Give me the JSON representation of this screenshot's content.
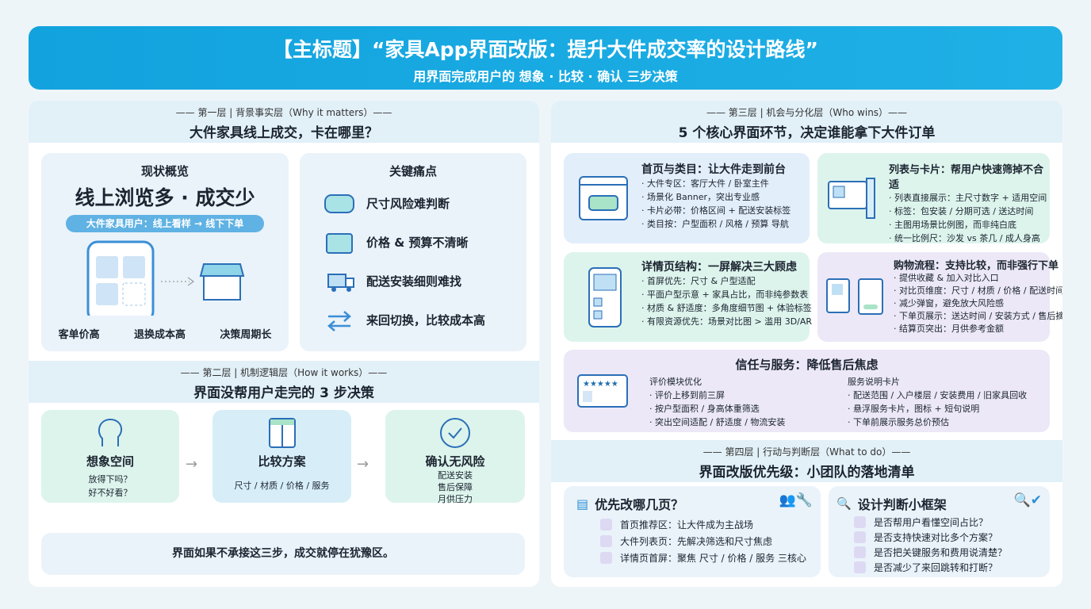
{
  "banner": {
    "title": "【主标题】“家具App界面改版：提升大件成交率的设计路线”",
    "subtitle": "用界面完成用户的 想象 · 比较 · 确认 三步决策"
  },
  "layer1": {
    "kicker": "—— 第一层 | 背景事实层（Why it matters）——",
    "title": "大件家具线上成交，卡在哪里？",
    "overview": {
      "title": "现状概览",
      "headline": "线上浏览多 · 成交少",
      "pill": "大件家具用户：线上看样 → 线下下单",
      "facts": [
        "客单价高",
        "退换成本高",
        "决策周期长"
      ]
    },
    "pains": {
      "title": "关键痛点",
      "items": [
        {
          "icon": "tape-measure-icon",
          "label": "尺寸风险难判断"
        },
        {
          "icon": "wallet-icon",
          "label": "价格 & 预算不清晰"
        },
        {
          "icon": "delivery-truck-icon",
          "label": "配送安装细则难找"
        },
        {
          "icon": "switch-arrows-icon",
          "label": "来回切换，比较成本高"
        }
      ]
    }
  },
  "layer2": {
    "kicker": "—— 第二层 | 机制逻辑层（How it works）——",
    "title": "界面没帮用户走完的 3 步决策",
    "steps": [
      {
        "icon": "brain-head-icon",
        "title": "想象空间",
        "lines": [
          "放得下吗？",
          "好不好看？"
        ]
      },
      {
        "icon": "table-icon",
        "title": "比较方案",
        "lines": [
          "尺寸 / 材质 / 价格 / 服务"
        ]
      },
      {
        "icon": "check-circle-icon",
        "title": "确认无风险",
        "lines": [
          "配送安装",
          "售后保障",
          "月供压力"
        ]
      }
    ],
    "conclusion": "界面如果不承接这三步，成交就停在犹豫区。"
  },
  "layer3": {
    "kicker": "—— 第三层 | 机会与分化层（Who wins）——",
    "title": "5 个核心界面环节，决定谁能拿下大件订单",
    "cards": [
      {
        "title": "首页与类目：让大件走到前台",
        "items": [
          "· 大件专区：客厅大件 / 卧室主件",
          "· 场景化 Banner，突出专业感",
          "· 卡片必带：价格区间 + 配送安装标签",
          "· 类目按：户型面积 / 风格 / 预算 导航"
        ]
      },
      {
        "title": "列表与卡片：帮用户快速筛掉不合适",
        "items": [
          "· 列表直接展示：主尺寸数字 + 适用空间",
          "· 标签：包安装 / 分期可选 / 送达时间",
          "· 主图用场景比例图，而非纯白底",
          "· 统一比例尺：沙发 vs 茶几 / 成人身高"
        ]
      },
      {
        "title": "详情页结构：一屏解决三大顾虑",
        "items": [
          "· 首屏优先：尺寸 & 户型适配",
          "· 平面户型示意 + 家具占比，而非纯参数表",
          "· 材质 & 舒适度：多角度细节图 + 体验标签",
          "· 有限资源优先：场景对比图 > 滥用 3D/AR"
        ]
      },
      {
        "title": "购物流程：支持比较，而非强行下单",
        "items": [
          "· 提供收藏 & 加入对比入口",
          "· 对比页维度：尺寸 / 材质 / 价格 / 配送时间",
          "· 减少弹窗，避免放大风险感",
          "· 下单页展示：送达时间 / 安装方式 / 售后摘要",
          "· 结算页突出：月供参考金额"
        ]
      }
    ],
    "trust": {
      "title": "信任与服务：降低售后焦虑",
      "left": {
        "title": "评价模块优化",
        "items": [
          "· 评价上移到前三屏",
          "· 按户型面积 / 身高体重筛选",
          "· 突出空间适配 / 舒适度 / 物流安装"
        ]
      },
      "right": {
        "title": "服务说明卡片",
        "items": [
          "· 配送范围 / 入户楼层 / 安装费用 / 旧家具回收",
          "· 悬浮服务卡片，图标 + 短句说明",
          "· 下单前展示服务总价预估"
        ]
      }
    }
  },
  "layer4": {
    "kicker": "—— 第四层 | 行动与判断层（What to do）——",
    "title": "界面改版优先级：小团队的落地清单",
    "priority": {
      "title": "优先改哪几页？",
      "items": [
        "首页推荐区：让大件成为主战场",
        "大件列表页：先解决筛选和尺寸焦虑",
        "详情页首屏：聚焦 尺寸 / 价格 / 服务 三核心"
      ]
    },
    "framework": {
      "title": "设计判断小框架",
      "items": [
        "是否帮用户看懂空间占比？",
        "是否支持快速对比多个方案？",
        "是否把关键服务和费用说清楚？",
        "是否减少了来回跳转和打断？"
      ]
    }
  },
  "colors": {
    "banner": "#14a6df",
    "blueCard": "#e3eefb",
    "greenCard": "#ddf4ec",
    "purpleCard": "#ece8f7",
    "icon": "#2b6fb8"
  }
}
